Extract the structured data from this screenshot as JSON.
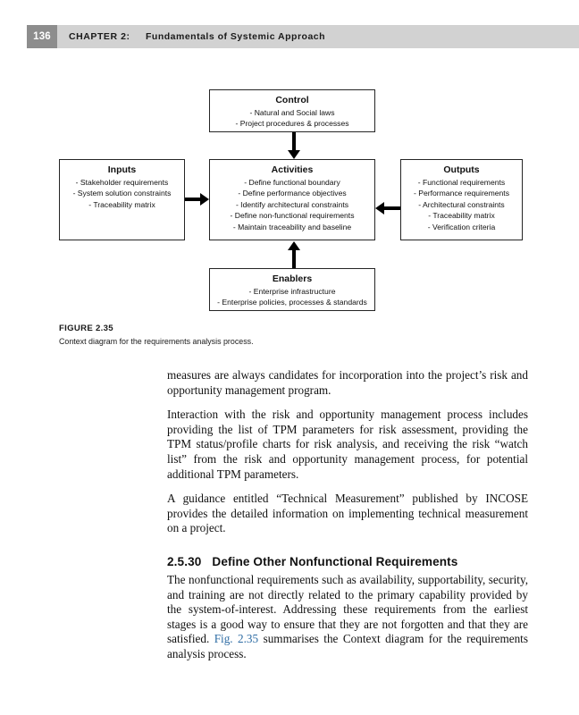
{
  "running_head": {
    "page_number": "136",
    "chapter_label": "CHAPTER 2:",
    "chapter_title": "Fundamentals of Systemic Approach",
    "bar_color": "#d2d2d2",
    "folio_color": "#8d8d8d"
  },
  "figure": {
    "label": "FIGURE 2.35",
    "caption": "Context diagram for the requirements analysis process.",
    "diagram": {
      "type": "context-diagram",
      "boxes": [
        {
          "id": "control",
          "title": "Control",
          "items": [
            "- Natural and Social laws",
            "- Project procedures & processes"
          ]
        },
        {
          "id": "inputs",
          "title": "Inputs",
          "items": [
            "- Stakeholder requirements",
            "- System solution constraints",
            "- Traceability matrix"
          ]
        },
        {
          "id": "activities",
          "title": "Activities",
          "items": [
            "- Define functional boundary",
            "- Define performance objectives",
            "- Identify architectural constraints",
            "- Define non-functional requirements",
            "- Maintain traceability and baseline"
          ]
        },
        {
          "id": "outputs",
          "title": "Outputs",
          "items": [
            "- Functional requirements",
            "- Performance  requirements",
            "- Architectural constraints",
            "- Traceability matrix",
            "- Verification criteria"
          ]
        },
        {
          "id": "enablers",
          "title": "Enablers",
          "items": [
            "- Enterprise infrastructure",
            "- Enterprise policies, processes & standards"
          ]
        }
      ],
      "arrows": [
        {
          "from": "control",
          "to": "activities",
          "direction": "down"
        },
        {
          "from": "inputs",
          "to": "activities",
          "direction": "right"
        },
        {
          "from": "outputs",
          "to": "activities",
          "direction": "left"
        },
        {
          "from": "enablers",
          "to": "activities",
          "direction": "up"
        }
      ]
    }
  },
  "body": {
    "paragraph_1": "measures are always candidates for incorporation into the project’s risk and opportunity management program.",
    "paragraph_2": "Interaction with the risk and opportunity management process includes providing the list of TPM parameters for risk assessment, providing the TPM status/profile charts for risk analysis, and receiving the risk “watch list” from the risk and opportunity management process, for potential additional TPM parameters.",
    "paragraph_3": "A guidance entitled “Technical Measurement” published by INCOSE provides the detailed information on implementing technical measurement on a project.",
    "section": {
      "number": "2.5.30",
      "title": "Define Other Nonfunctional Requirements"
    },
    "paragraph_4_part_1": "The nonfunctional requirements such as availability, supportability, security, and training are not directly related to the primary capability provided by the system-of-interest. Addressing these requirements from the earliest stages is a good way to ensure that they are not forgotten and that they are satisfied. ",
    "paragraph_4_xref": "Fig. 2.35",
    "paragraph_4_part_2": " summarises the Context diagram for the requirements analysis process."
  },
  "colors": {
    "xref_link": "#2e6ca4",
    "diagram_stroke": "#252525",
    "text": "#111111"
  }
}
